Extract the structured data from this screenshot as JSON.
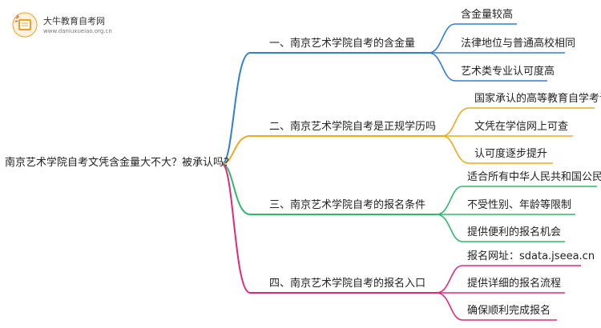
{
  "logo": {
    "title": "大牛教育自考网",
    "url": "www.daniuxueiao.org.cn",
    "icon": "book-logo-icon"
  },
  "root": {
    "label": "南京艺术学院自考文凭含金量大不大？被承认吗？"
  },
  "branches": [
    {
      "label": "一、南京艺术学院自考的含金量",
      "color": "#2f7fd6",
      "leaves": [
        "含金量较高",
        "法律地位与普通高校相同",
        "艺术类专业认可度高"
      ]
    },
    {
      "label": "二、南京艺术学院自考是正规学历吗",
      "color": "#f2a81d",
      "leaves": [
        "国家承认的高等教育自学考试",
        "文凭在学信网上可查",
        "认可度逐步提升"
      ]
    },
    {
      "label": "三、南京艺术学院自考的报名条件",
      "color": "#2fb86a",
      "leaves": [
        "适合所有中华人民共和国公民",
        "不受性别、年龄等限制",
        "提供便利的报名机会"
      ]
    },
    {
      "label": "四、南京艺术学院自考的报名入口",
      "color": "#e0287a",
      "leaves": [
        "报名网址：sdata.jseea.cn",
        "提供详细的报名流程",
        "确保顺利完成报名"
      ]
    }
  ]
}
